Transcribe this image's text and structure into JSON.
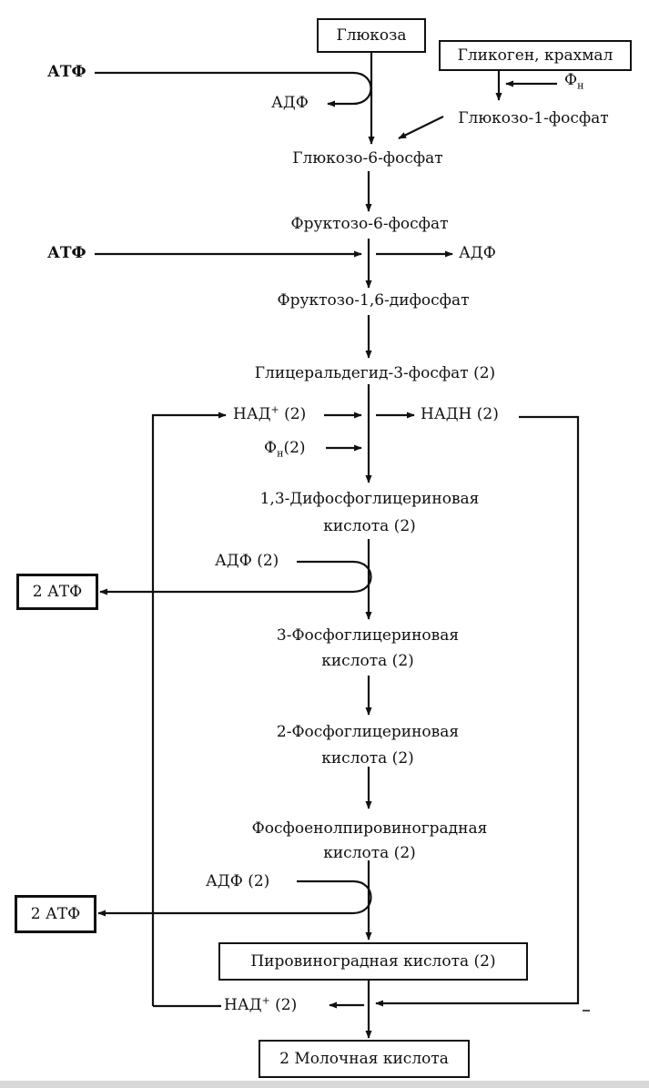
{
  "boxes": {
    "glucose": "Глюкоза",
    "glycogen": "Гликоген, крахмал",
    "atp_gain_1": "2 АТФ",
    "atp_gain_2": "2 АТФ",
    "pyruvate": "Пировиноградная кислота (2)",
    "lactate": "2 Молочная кислота"
  },
  "metabolites": {
    "g1p": "Глюкозо-1-фосфат",
    "g6p": "Глюкозо-6-фосфат",
    "f6p": "Фруктозо-6-фосфат",
    "f16bp": "Фруктозо-1,6-дифосфат",
    "g3p": "Глицеральдегид-3-фосфат (2)",
    "bpg13_line1": "1,3-Дифосфоглицериновая",
    "bpg13_line2": "кислота (2)",
    "pg3_line1": "3-Фосфоглицериновая",
    "pg3_line2": "кислота (2)",
    "pg2_line1": "2-Фосфоглицериновая",
    "pg2_line2": "кислота (2)",
    "pep_line1": "Фосфоенолпировиноградная",
    "pep_line2": "кислота (2)"
  },
  "cofactors": {
    "atp_1": "АТФ",
    "adp_1": "АДФ",
    "pi_top": "Ф",
    "pi_top_sub": "н",
    "atp_2": "АТФ",
    "adp_2": "АДФ",
    "nad_top": "НАД",
    "nad_top_sup": "+",
    "nad_top_count": "(2)",
    "nadh_top": "НАДН (2)",
    "pi_mid": "Ф",
    "pi_mid_sub": "н",
    "pi_mid_count": "(2)",
    "adp_3": "АДФ (2)",
    "adp_4": "АДФ (2)",
    "nad_bottom": "НАД",
    "nad_bottom_sup": "+",
    "nad_bottom_count": "(2)"
  }
}
